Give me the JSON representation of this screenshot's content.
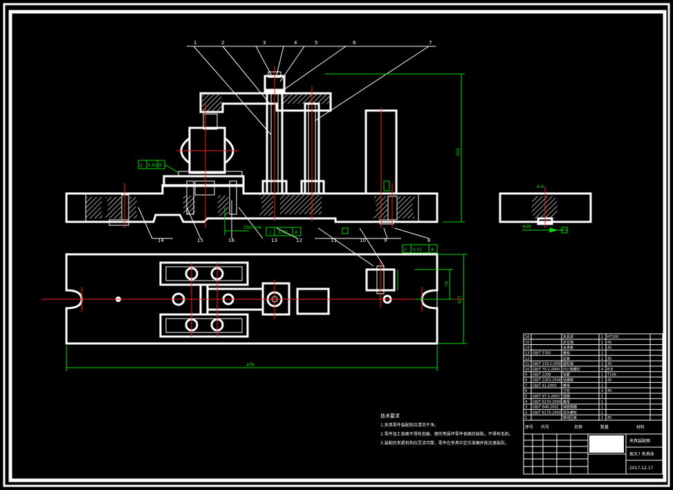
{
  "part_labels": [
    "1",
    "2",
    "3",
    "4",
    "5",
    "6",
    "7",
    "8",
    "9",
    "10",
    "11",
    "12",
    "13",
    "14",
    "15",
    "16"
  ],
  "tolerance_frames": [
    {
      "symbol": "//",
      "value": "0.02",
      "datum": "B"
    },
    {
      "symbol": "⊥",
      "value": "0.02",
      "datum": "A"
    },
    {
      "symbol": "//",
      "value": "0.02",
      "datum": "A"
    }
  ],
  "dimensions": {
    "height_right": "300",
    "overall_length": "470",
    "plan_height_outer": "170",
    "plan_height_inner": "81",
    "small_dim": "Φ30",
    "dim_mid": "25H7/n6"
  },
  "section_label": "A-A",
  "technical_notes": {
    "title": "技术要求",
    "lines": [
      "1.夹具零件装配前应清洗干净。",
      "2.零件加工表面不得有划痕、擦伤等损坏零件表面的缺陷，不得有毛刺。",
      "3.装配后夹紧机构应灵活可靠，零件在夹具中定位准确并能迅速装拆。"
    ]
  },
  "title_block": {
    "drawing_name": "夹具装配图",
    "part_name": "拨叉7 夹具体",
    "date": "2017.12.17"
  },
  "bom_rows": [
    {
      "no": "16",
      "code": "",
      "name": "夹具体",
      "qty": "1",
      "mat": "HT200"
    },
    {
      "no": "15",
      "code": "",
      "name": "定位销",
      "qty": "1",
      "mat": "45"
    },
    {
      "no": "14",
      "code": "",
      "name": "支承板",
      "qty": "1",
      "mat": "45"
    },
    {
      "no": "13",
      "code": "GB/T 5783",
      "name": "螺栓",
      "qty": "2",
      "mat": ""
    },
    {
      "no": "12",
      "code": "",
      "name": "压板",
      "qty": "1",
      "mat": "45"
    },
    {
      "no": "11",
      "code": "GB/T 119.1-2000",
      "name": "圆柱销",
      "qty": "2",
      "mat": "35"
    },
    {
      "no": "10",
      "code": "GB/T 70.1-2000",
      "name": "内六角螺钉",
      "qty": "4",
      "mat": "8.8"
    },
    {
      "no": "9",
      "code": "GB/T 2208",
      "name": "钻套",
      "qty": "1",
      "mat": "T10A"
    },
    {
      "no": "8",
      "code": "GB/T 2263-2008",
      "name": "钻模板",
      "qty": "1",
      "mat": "45"
    },
    {
      "no": "7",
      "code": "GB/T 41-2000",
      "name": "螺母",
      "qty": "2",
      "mat": ""
    },
    {
      "no": "6",
      "code": "",
      "name": "立柱",
      "qty": "2",
      "mat": "45"
    },
    {
      "no": "5",
      "code": "GB/T 97.1-2002",
      "name": "垫圈",
      "qty": "1",
      "mat": ""
    },
    {
      "no": "4",
      "code": "GB/T 6170-2000",
      "name": "螺母",
      "qty": "1",
      "mat": ""
    },
    {
      "no": "3",
      "code": "GB/T 848-2002",
      "name": "球面垫圈",
      "qty": "1",
      "mat": ""
    },
    {
      "no": "2",
      "code": "GB/T 6175-2000",
      "name": "双头螺柱",
      "qty": "1",
      "mat": ""
    },
    {
      "no": "1",
      "code": "",
      "name": "移动压板",
      "qty": "1",
      "mat": "45"
    }
  ],
  "bom_header": {
    "no": "序号",
    "code": "代号",
    "name": "名称",
    "qty": "数量",
    "mat": "材料"
  }
}
